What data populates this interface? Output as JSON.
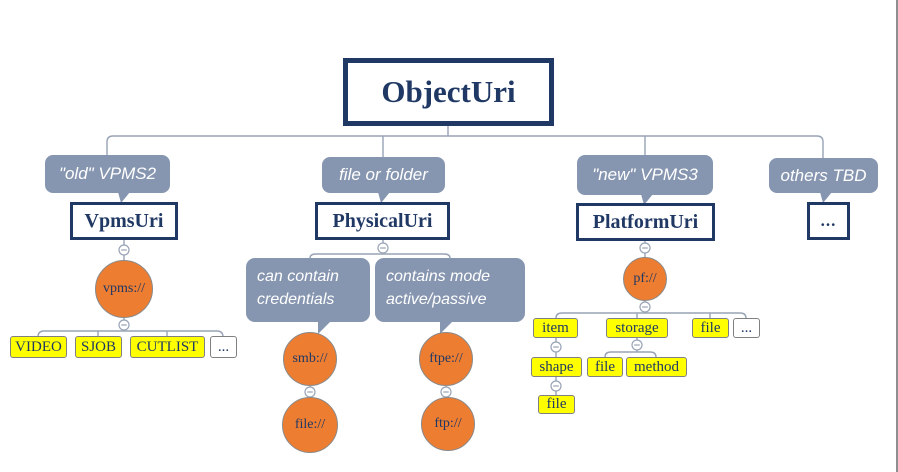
{
  "root": {
    "label": "ObjectUri"
  },
  "branches": {
    "vpms": {
      "note": "\"old\" VPMS2",
      "title": "VpmsUri",
      "scheme": "vpms://",
      "leaves": [
        "VIDEO",
        "SJOB",
        "CUTLIST",
        "..."
      ]
    },
    "physical": {
      "note": "file or folder",
      "title": "PhysicalUri",
      "smb": {
        "annotation": "can contain credentials",
        "scheme": "smb://",
        "child": "file://"
      },
      "ftpe": {
        "annotation": "contains mode active/passive",
        "scheme": "ftpe://",
        "child": "ftp://"
      }
    },
    "platform": {
      "note": "\"new\" VPMS3",
      "title": "PlatformUri",
      "scheme": "pf://",
      "leaves": {
        "item": "item",
        "storage": "storage",
        "file": "file",
        "more": "...",
        "shape": "shape",
        "storage_file": "file",
        "storage_method": "method",
        "shape_file": "file"
      }
    },
    "others": {
      "note": "others TBD",
      "title": "..."
    }
  },
  "colors": {
    "navy": "#203864",
    "slate": "#8796B0",
    "orange": "#ED7D31",
    "yellow": "#FFFF00",
    "connector": "#98A3B5"
  }
}
